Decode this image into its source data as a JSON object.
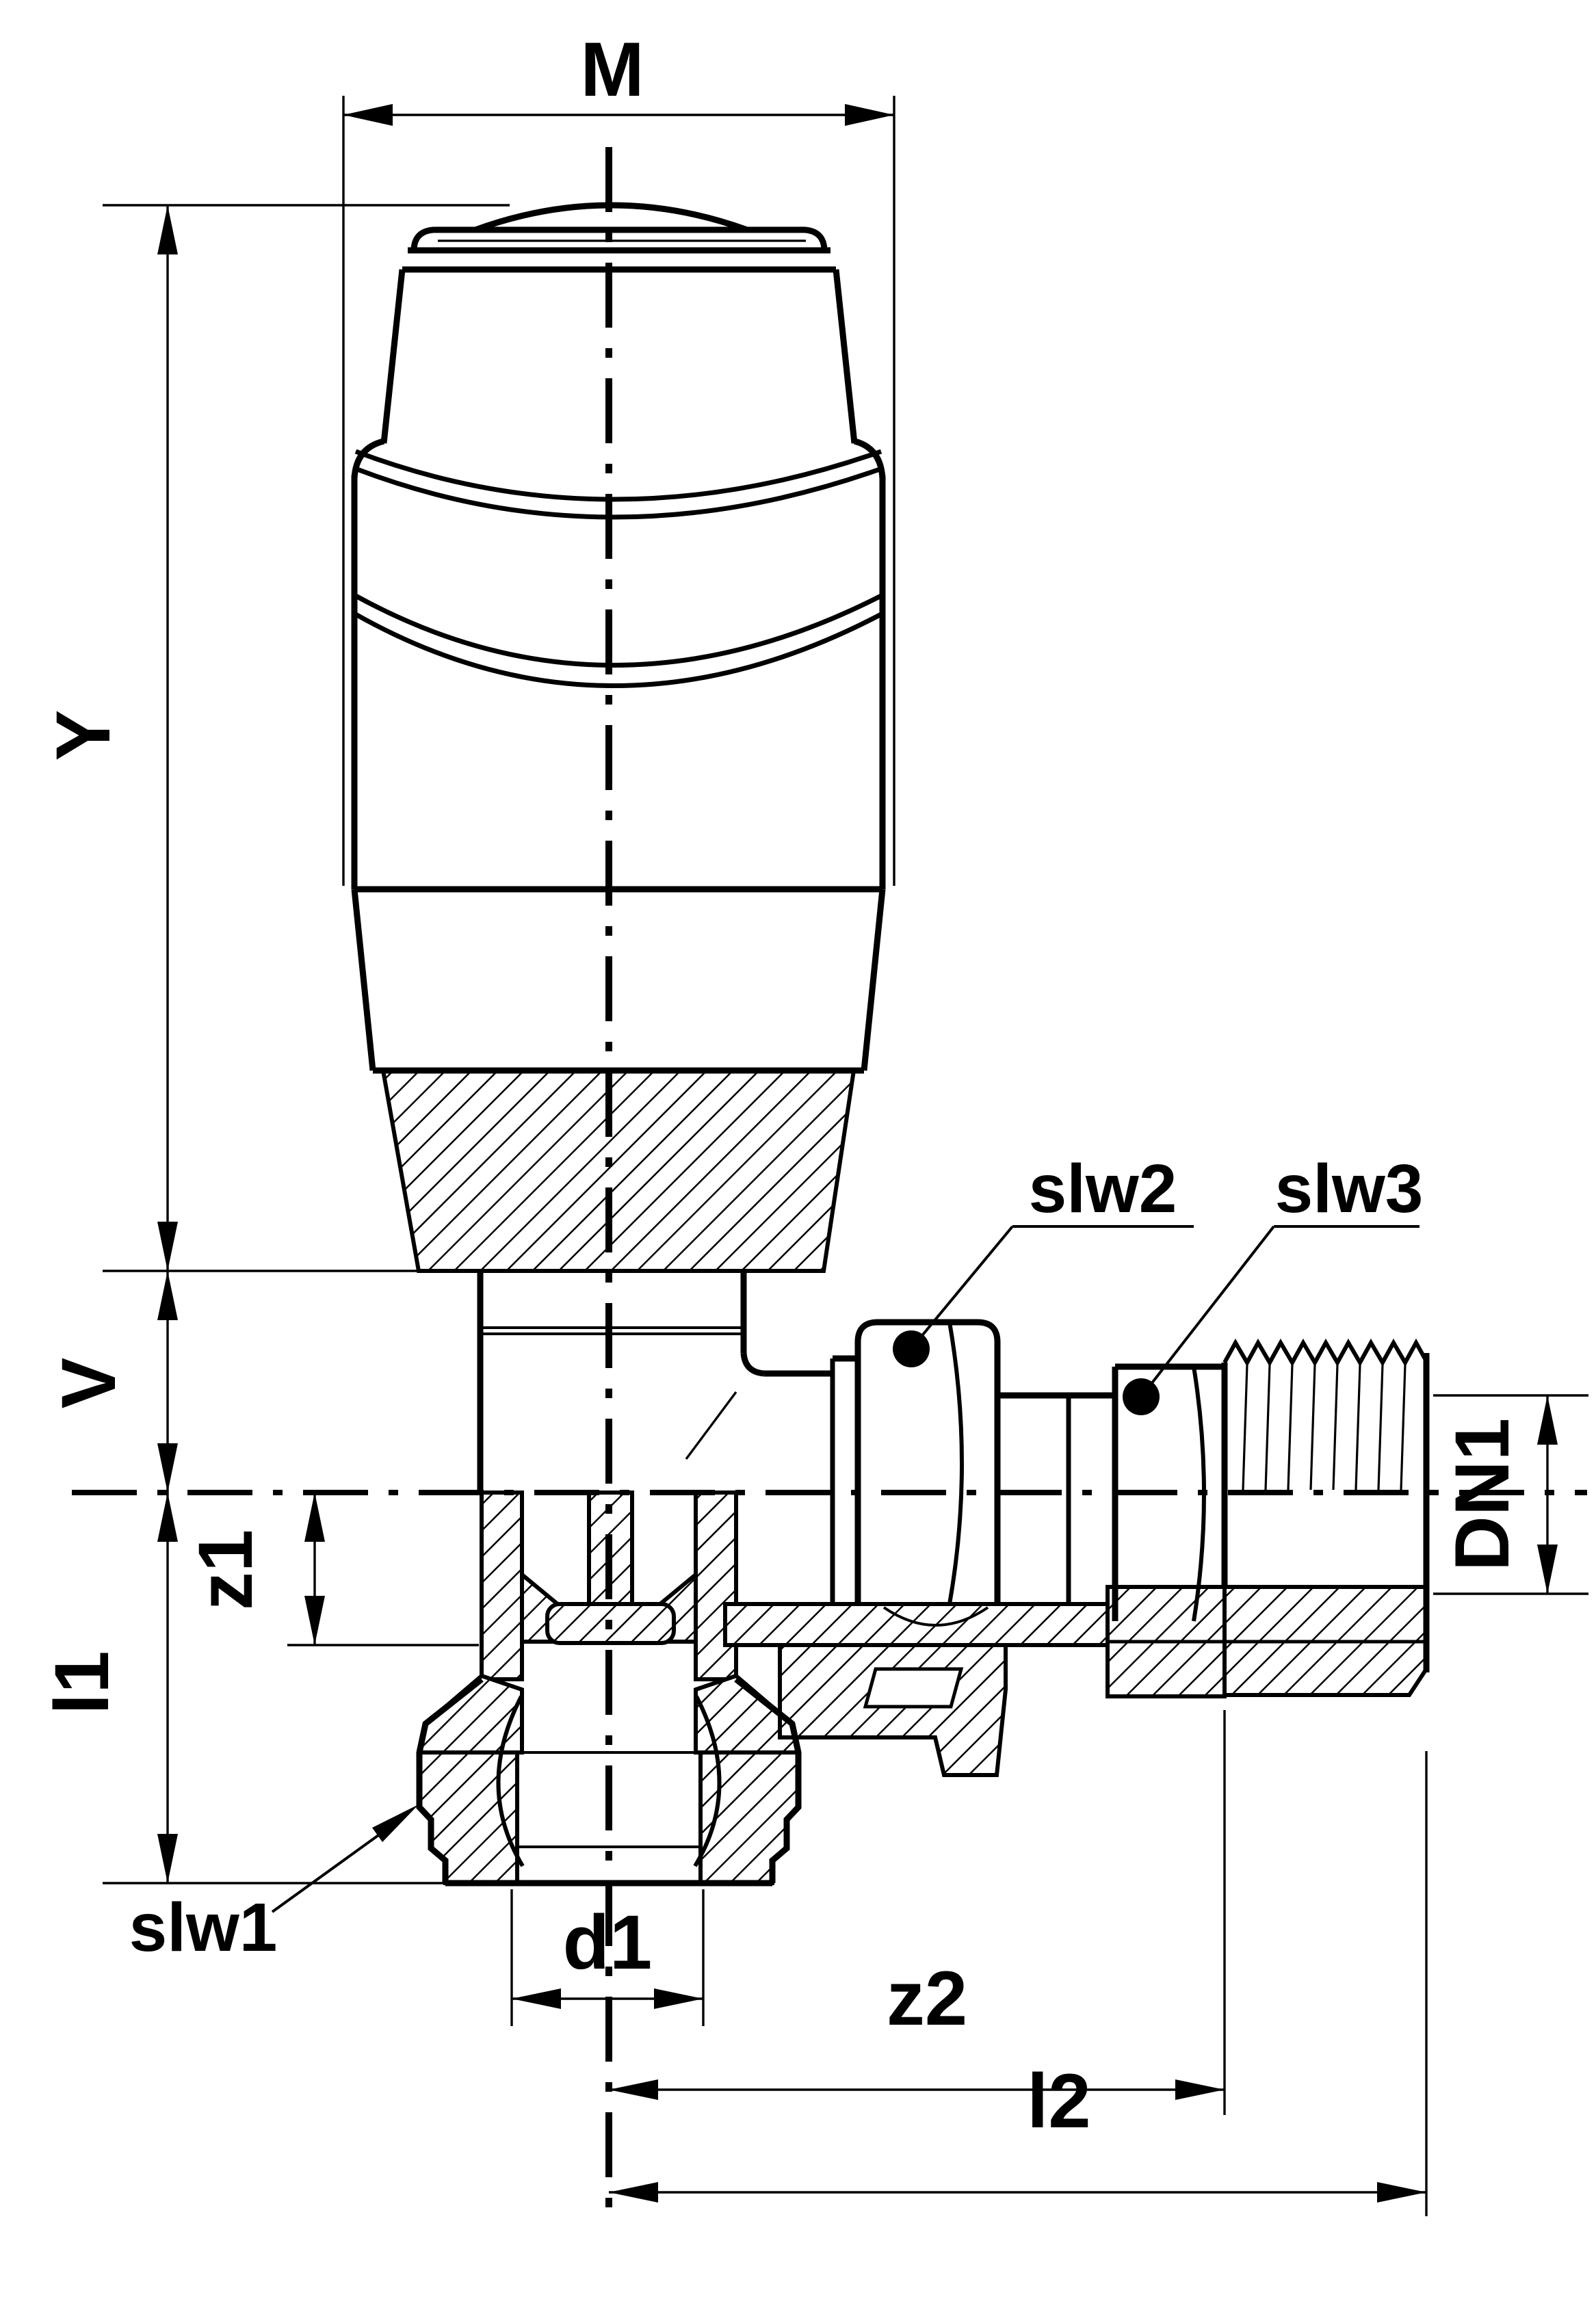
{
  "drawing": {
    "kind": "technical dimension drawing",
    "subject": "angle thermostatic radiator valve, half section",
    "background_color": "#ffffff",
    "line_color": "#000000"
  },
  "labels": {
    "m": "M",
    "y": "Y",
    "v": "V",
    "z1": "z1",
    "l1": "l1",
    "d1": "d1",
    "dn1": "DN1",
    "z2": "z2",
    "l2": "l2",
    "slw1": "slw1",
    "slw2": "slw2",
    "slw3": "slw3"
  },
  "dimension_labels": [
    "M",
    "Y",
    "V",
    "z1",
    "l1",
    "d1",
    "DN1",
    "z2",
    "l2"
  ],
  "wrench_flat_callouts": [
    "slw1",
    "slw2",
    "slw3"
  ]
}
